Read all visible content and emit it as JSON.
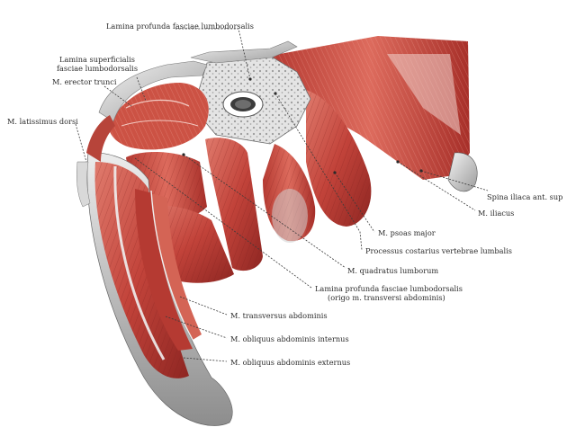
{
  "labels": {
    "lamina_profunda_top": "Lamina profunda fasciae lumbodorsalis",
    "lamina_superficialis_1": "Lamina superficialis",
    "lamina_superficialis_2": "fasciae lumbodorsalis",
    "erector_trunci": "M. erector trunci",
    "latissimus_dorsi": "M. latissimus dorsi",
    "spina_iliaca": "Spina iliaca ant. sup",
    "iliacus": "M. iliacus",
    "psoas_major": "M. psoas major",
    "processus_costarius": "Processus costarius vertebrae lumbalis",
    "quadratus_lumborum": "M. quadratus lumborum",
    "lamina_profunda_bottom_1": "Lamina profunda fasciae lumbodorsalis",
    "lamina_profunda_bottom_2": "(origo m. transversi abdominis)",
    "transversus_abdominis": "M. transversus abdominis",
    "obliquus_internus": "M. obliquus abdominis internus",
    "obliquus_externus": "M. obliquus abdominis externus"
  },
  "colors": {
    "muscle_dark": "#a8332c",
    "muscle_mid": "#c94a3e",
    "muscle_light": "#df7a6c",
    "fascia": "#d8d8d8",
    "fascia_shadow": "#9a9a9a",
    "bone": "#e9e9e9"
  }
}
